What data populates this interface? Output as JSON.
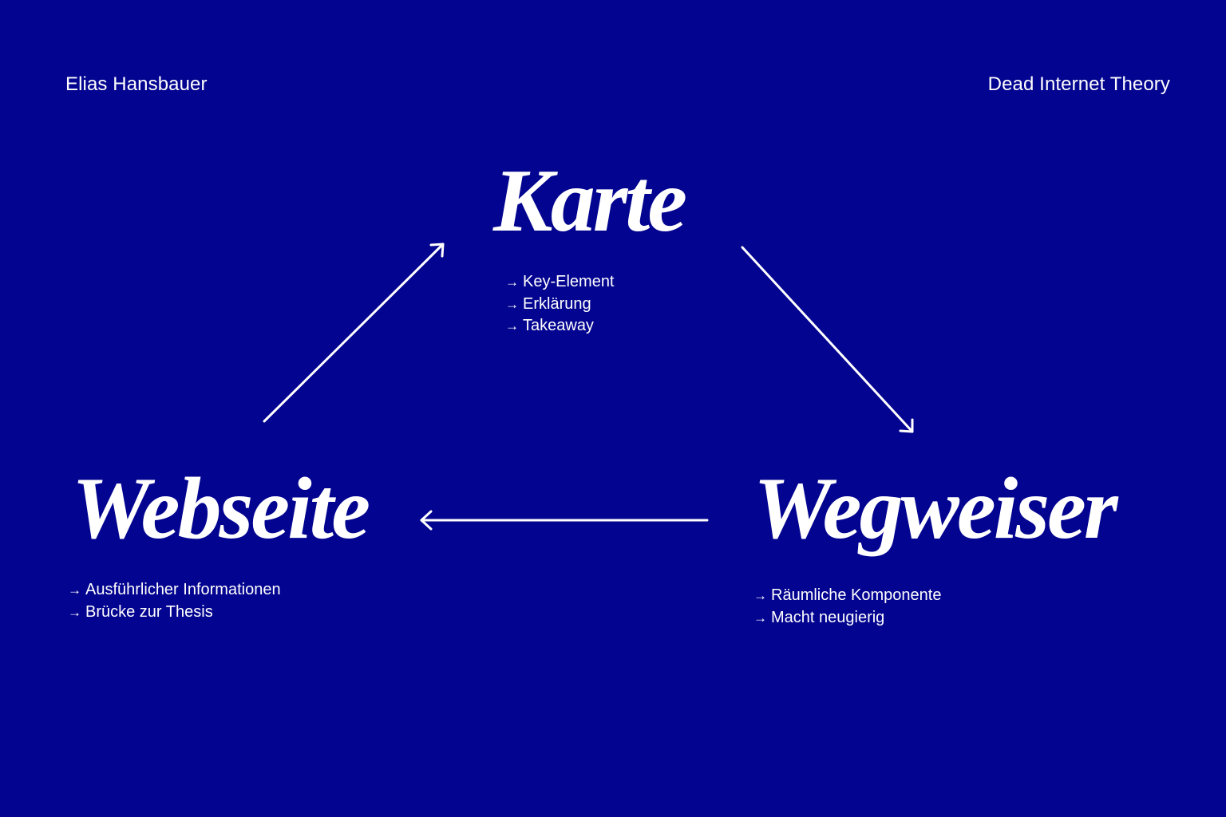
{
  "header": {
    "author": "Elias Hansbauer",
    "title": "Dead Internet Theory"
  },
  "nodes": {
    "karte": {
      "title": "Karte",
      "items": [
        "Key-Element",
        "Erklärung",
        "Takeaway"
      ]
    },
    "webseite": {
      "title": "Webseite",
      "items": [
        "Ausführlicher Informationen",
        "Brücke zur Thesis"
      ]
    },
    "wegweiser": {
      "title": "Wegweiser",
      "items": [
        "Räumliche Komponente",
        "Macht neugierig"
      ]
    }
  },
  "bullet_symbol": "→",
  "colors": {
    "background": "#03048f",
    "foreground": "#ffffff"
  }
}
